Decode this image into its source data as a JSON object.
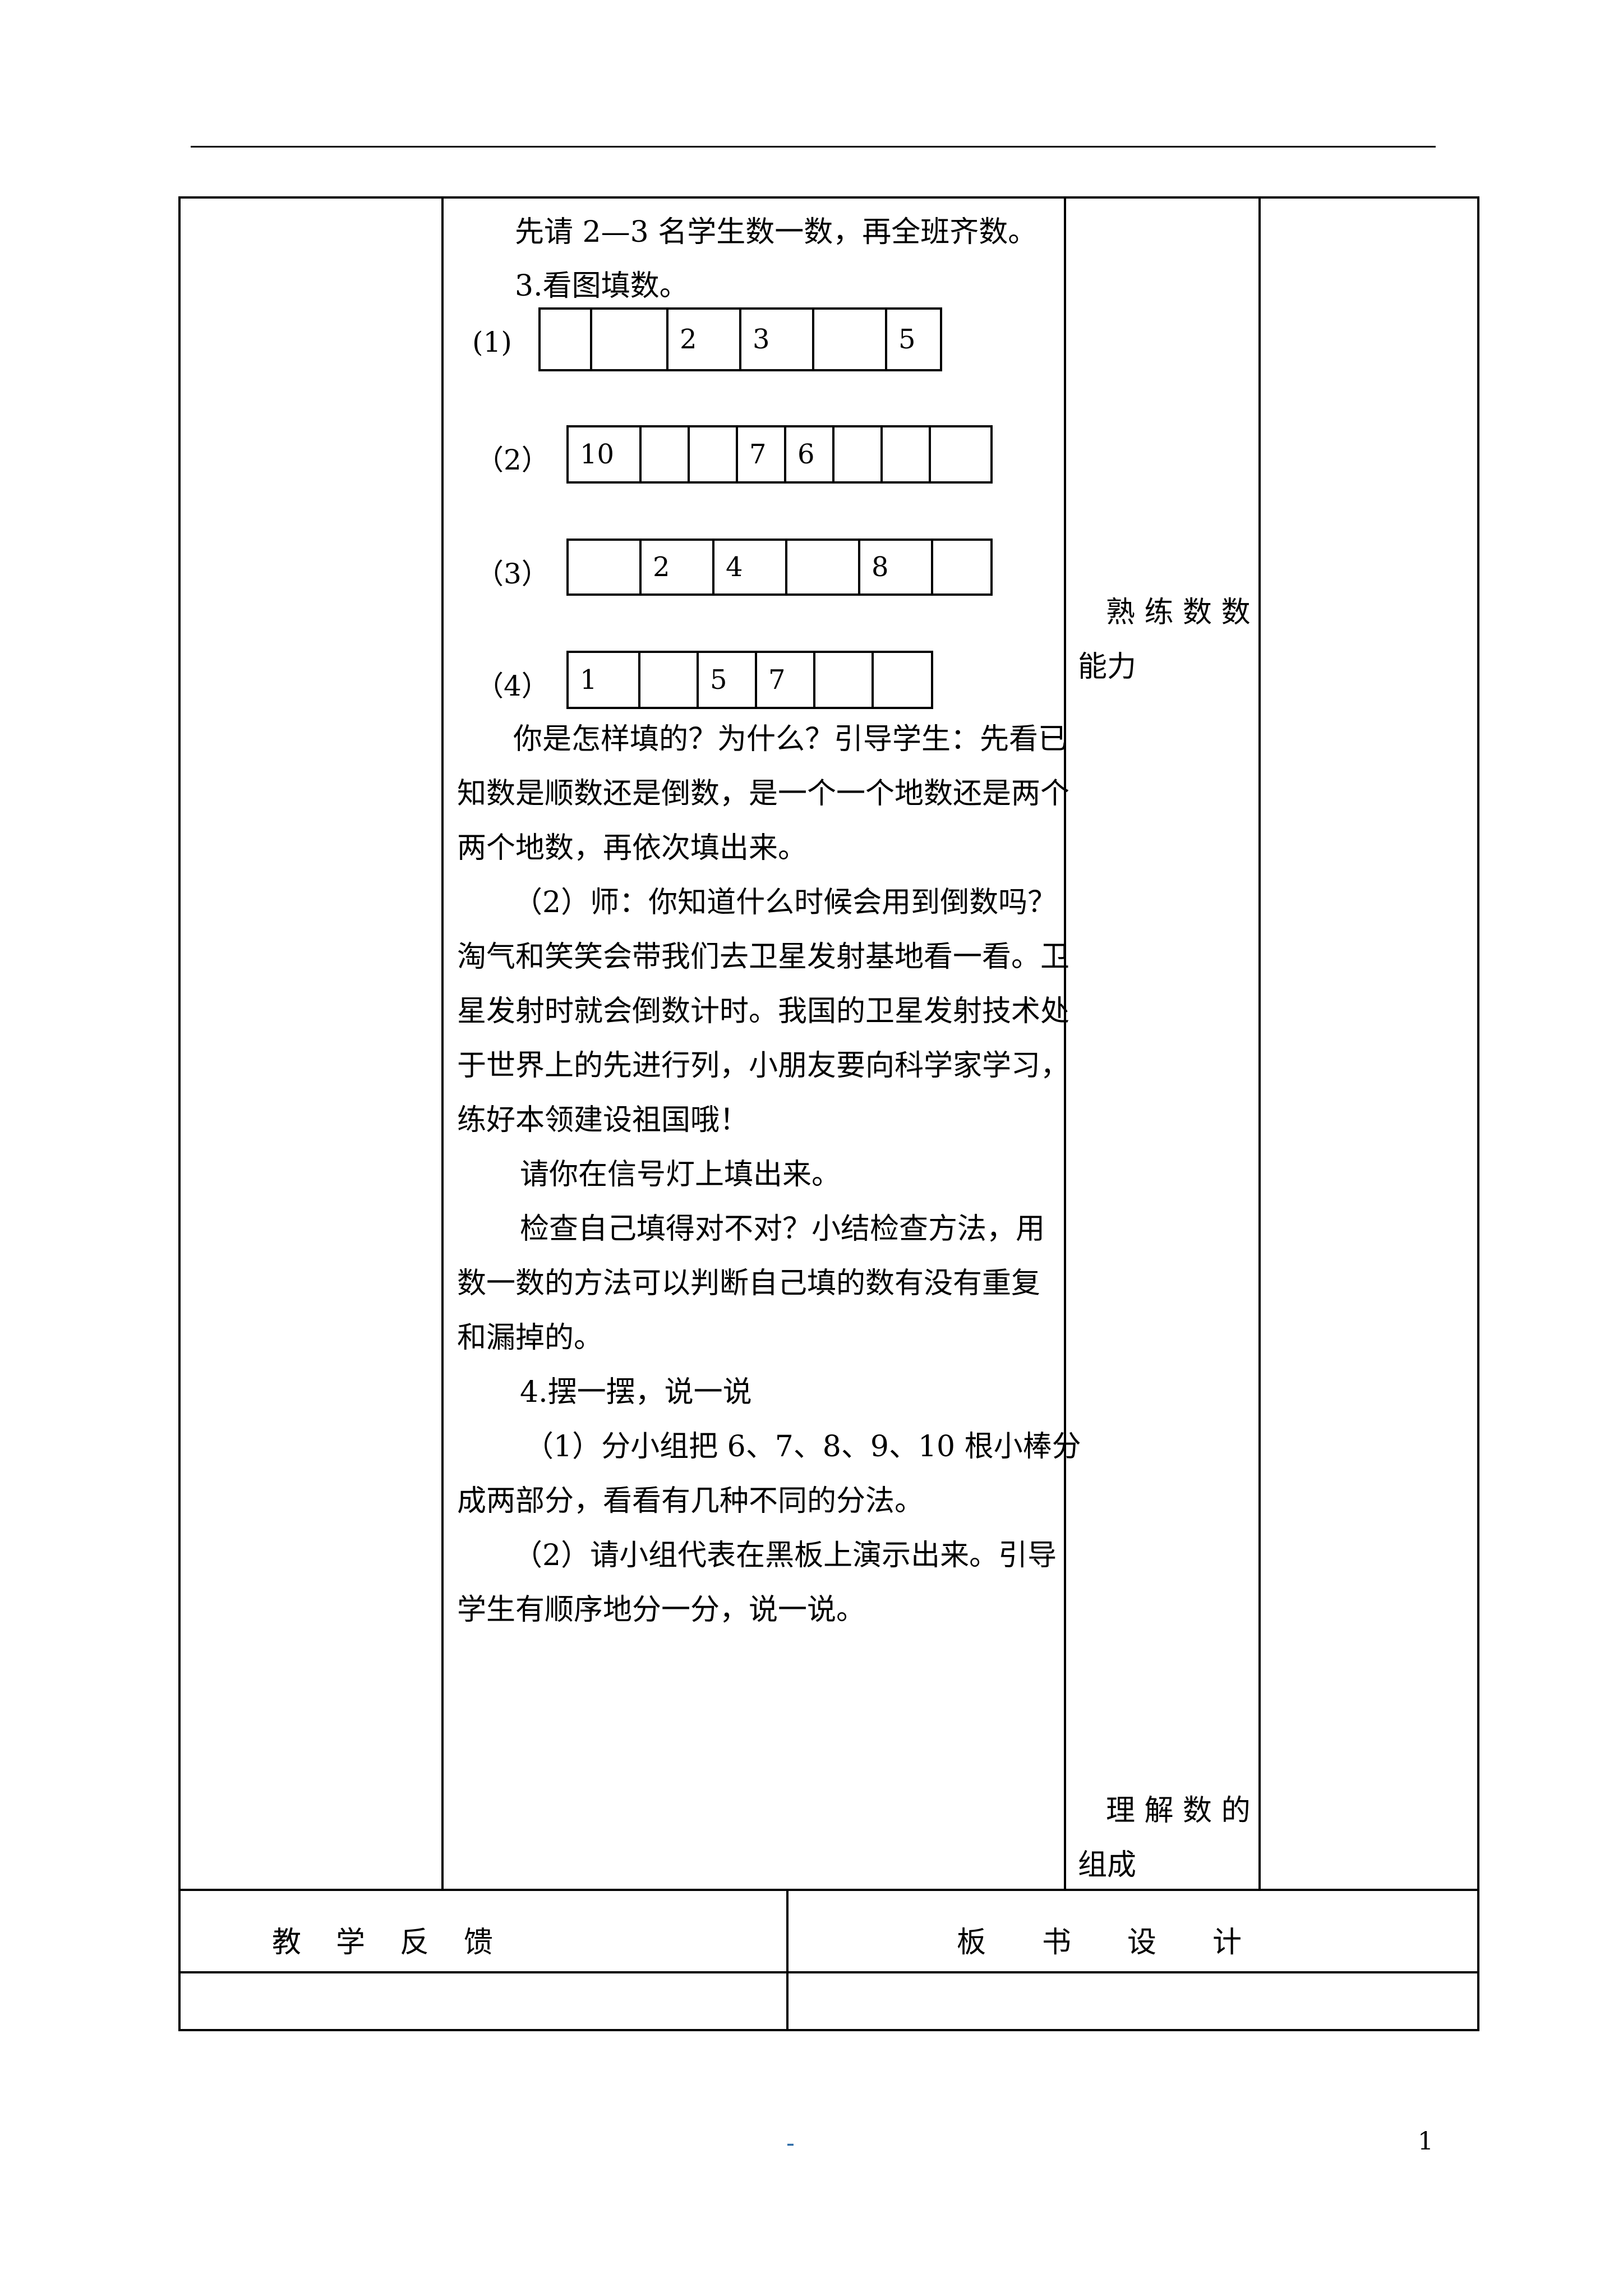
{
  "content": {
    "line_1": "先请 2—3 名学生数一数，再全班齐数。",
    "section_3_title": "3.看图填数。",
    "exercises": [
      {
        "label": "(1)",
        "cells": [
          "",
          "",
          "2",
          "3",
          "",
          "5"
        ]
      },
      {
        "label": "（2）",
        "cells": [
          "10",
          "",
          "",
          "7",
          "6",
          "",
          "",
          ""
        ]
      },
      {
        "label": "（3）",
        "cells": [
          "",
          "2",
          "4",
          "",
          "8",
          ""
        ]
      },
      {
        "label": "（4）",
        "cells": [
          "1",
          "",
          "5",
          "7",
          "",
          ""
        ]
      }
    ],
    "para_1": [
      "你是怎样填的？为什么？引导学生：先看已",
      "知数是顺数还是倒数，是一个一个地数还是两个",
      "两个地数，再依次填出来。"
    ],
    "para_2": [
      "（2）师：你知道什么时候会用到倒数吗？",
      "淘气和笑笑会带我们去卫星发射基地看一看。卫",
      "星发射时就会倒数计时。我国的卫星发射技术处",
      "于世界上的先进行列，小朋友要向科学家学习，",
      "练好本领建设祖国哦！"
    ],
    "para_3": [
      "请你在信号灯上填出来。"
    ],
    "para_4": [
      "检查自己填得对不对？小结检查方法，用",
      "数一数的方法可以判断自己填的数有没有重复",
      "和漏掉的。"
    ],
    "section_4_title": "4.摆一摆，说一说",
    "para_5": [
      "（1）分小组把 6、7、8、9、10 根小棒分",
      "成两部分，看看有几种不同的分法。"
    ],
    "para_6": [
      "（2）请小组代表在黑板上演示出来。引导",
      "学生有顺序地分一分，说一说。"
    ]
  },
  "side_notes": {
    "note_1": [
      "熟 练 数 数",
      "能力"
    ],
    "note_2": [
      "理 解 数 的",
      "组成"
    ]
  },
  "footer": {
    "left_label": "教学反馈",
    "right_label": "板书设计"
  },
  "page": {
    "dash": "-",
    "number": "1"
  }
}
